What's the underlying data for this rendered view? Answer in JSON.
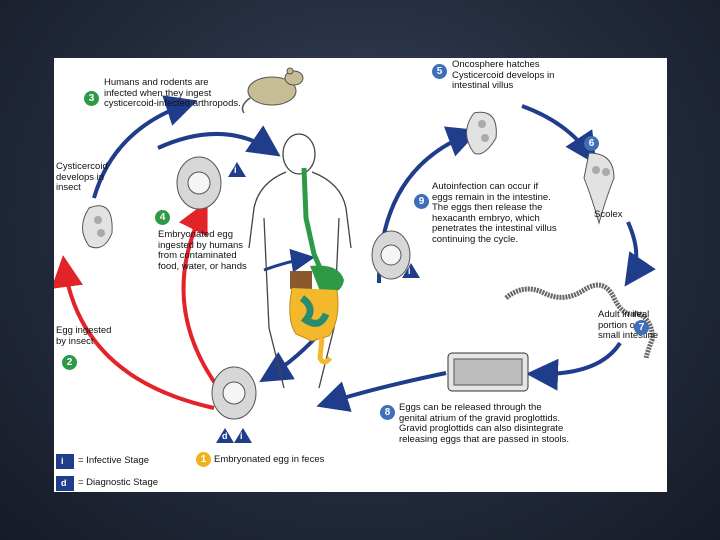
{
  "labels": {
    "step3": "Humans and rodents are\ninfected when they ingest\ncysticercoid-infected arthropods.",
    "step5": "Oncosphere hatches\nCysticercoid develops in\nintestinal villus",
    "cysticercoid_insect": "Cysticercoid\ndevelops in\ninsect",
    "step4": "Embryonated egg\ningested by humans\nfrom contaminated\nfood, water, or hands",
    "step9": "Autoinfection can occur if\neggs remain in the intestine.\nThe eggs then release the\nhexacanth embryo, which\npenetrates the intestinal villus\ncontinuing the cycle.",
    "scolex": "Scolex",
    "step7": "Adult in ileal\nportion of\nsmall intestine",
    "step2": "Egg ingested\nby insect",
    "step8": "Eggs can be released through the\ngenital atrium of the gravid proglottids.\nGravid proglottids can also disintegrate\nreleasing eggs that are passed in stools.",
    "step1": "Embryonated egg in feces",
    "legend_infective": "= Infective Stage",
    "legend_diagnostic": "= Diagnostic Stage"
  },
  "numbers": {
    "n1": "1",
    "n2": "2",
    "n3": "3",
    "n4": "4",
    "n5": "5",
    "n6": "6",
    "n7": "7",
    "n8": "8",
    "n9": "9"
  },
  "stage_marks": {
    "i": "i",
    "d": "d"
  },
  "colors": {
    "blue_arrow": "#1f3d8a",
    "red_arrow": "#e3232a",
    "green_circle": "#2e9a46",
    "blue_circle": "#3f6fb8",
    "yellow_circle": "#f2b21b",
    "intestine_green": "#2a8b6e",
    "intestine_yellow": "#f3b82c",
    "esophagus_green": "#2e9a46"
  }
}
